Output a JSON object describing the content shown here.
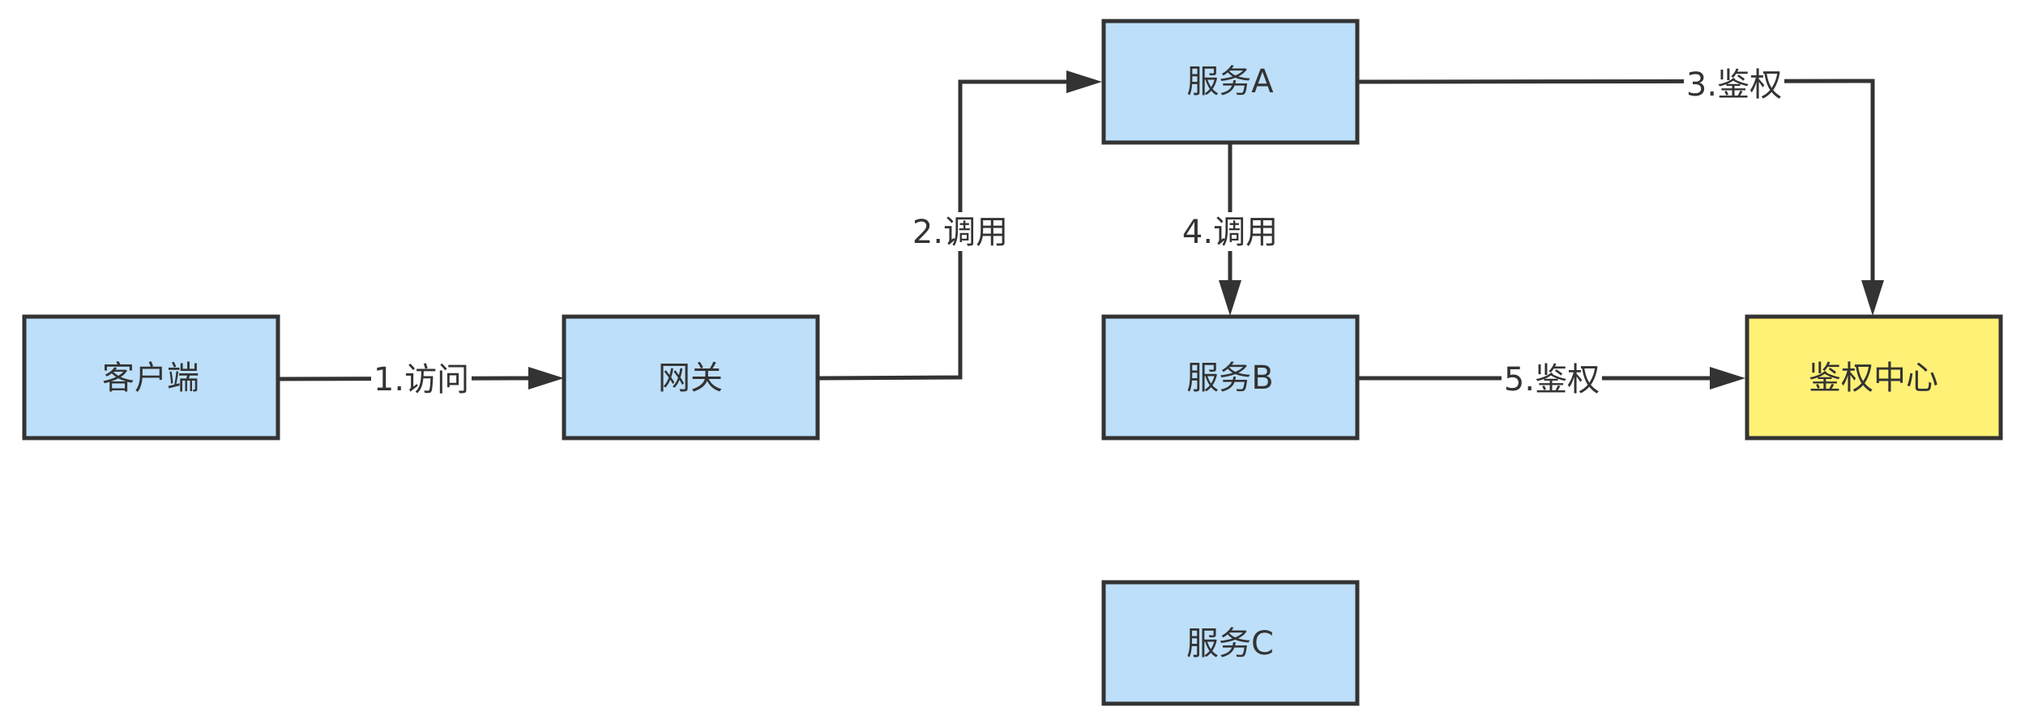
{
  "colors": {
    "service_fill": "#bddff9",
    "auth_fill": "#fff176",
    "stroke": "#333333"
  },
  "nodes": {
    "client": {
      "label": "客户端"
    },
    "gateway": {
      "label": "网关"
    },
    "service_a": {
      "label": "服务A"
    },
    "service_b": {
      "label": "服务B"
    },
    "service_c": {
      "label": "服务C"
    },
    "auth_center": {
      "label": "鉴权中心"
    }
  },
  "edges": {
    "visit": {
      "label": "1.访问"
    },
    "call_a": {
      "label": "2.调用"
    },
    "auth_a": {
      "label": "3.鉴权"
    },
    "call_b": {
      "label": "4.调用"
    },
    "auth_b": {
      "label": "5.鉴权"
    }
  }
}
